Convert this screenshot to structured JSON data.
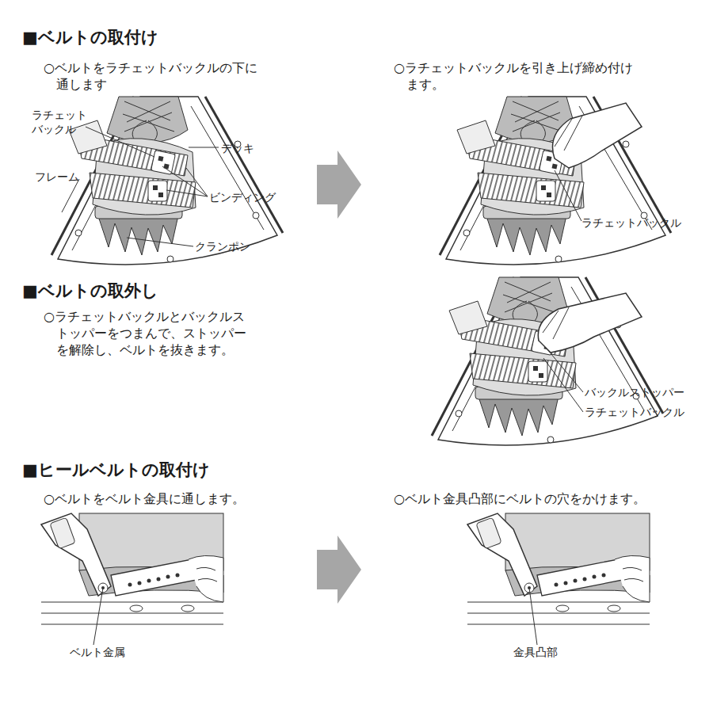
{
  "diagram": {
    "labels": [
      "■ベルトの取付け",
      "○ベルトをラチェットバックルの下に 通します",
      "ラチェット バックル",
      "デッキ",
      "フレーム",
      "ビンディング",
      "クランポン",
      "○ラチェットバックルを引き上げ締め付け ます。",
      "ラチェットバックル",
      "■ベルトの取外し",
      "○ラチェットバックルとバックルス トッパーをつまんで、ストッパー を解除し、ベルトを抜きます。",
      "バックルストッパー",
      "ラチェットバックル",
      "■ヒールベルトの取付け",
      "○ベルトをベルト金具に通します。",
      "ベルト金属",
      "○ベルト金具凸部にベルトの穴をかけます。",
      "金具凸部"
    ]
  }
}
